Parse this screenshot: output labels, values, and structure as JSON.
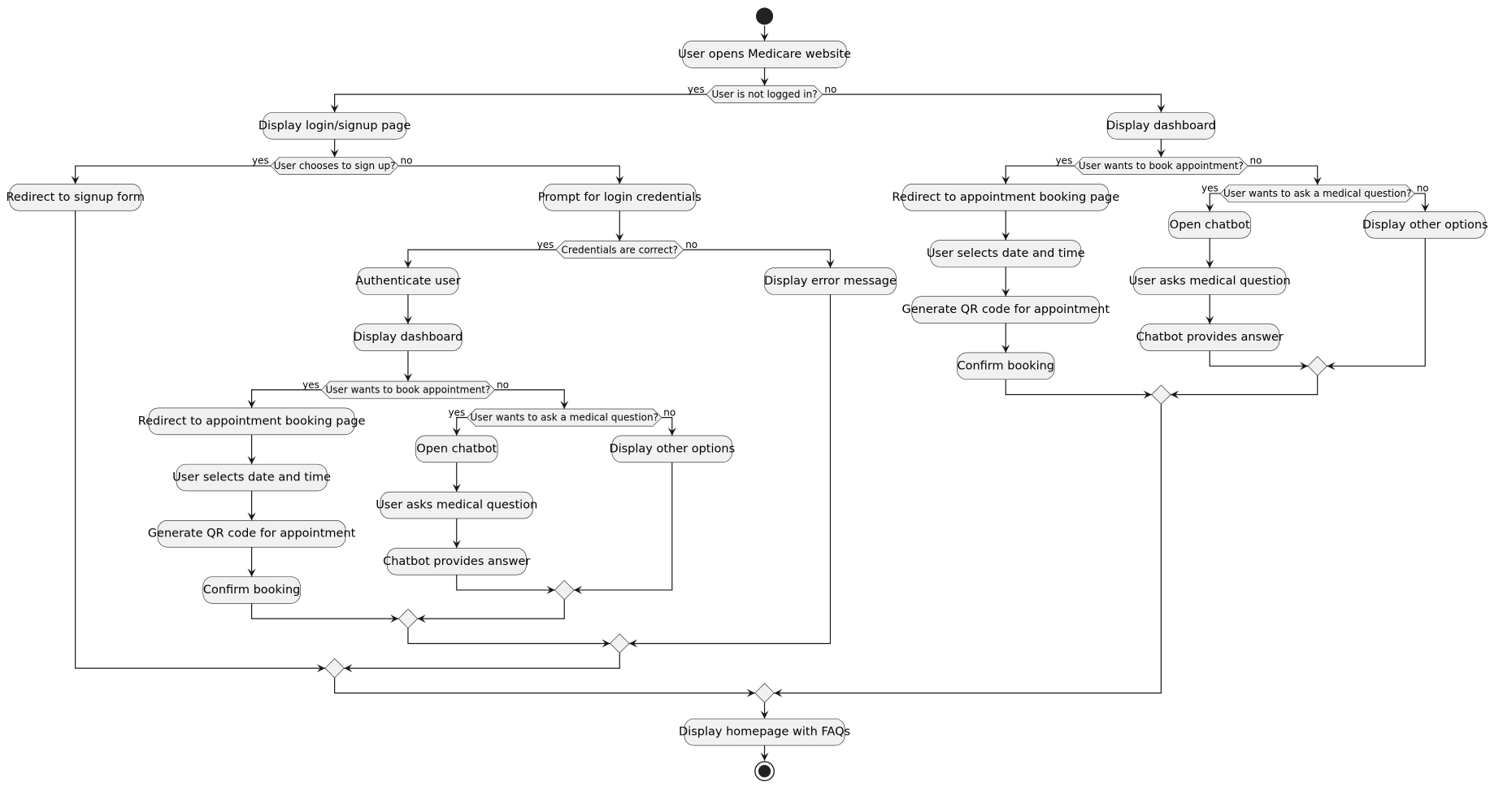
{
  "diagram": {
    "activities": {
      "a1": "User opens Medicare website",
      "a2": "Display login/signup page",
      "a3": "Redirect to signup form",
      "a4": "Prompt for login credentials",
      "a5": "Authenticate user",
      "a6": "Display dashboard",
      "a7": "Redirect to appointment booking page",
      "a8": "User selects date and time",
      "a9": "Generate QR code for appointment",
      "a10": "Confirm booking",
      "a11": "Open chatbot",
      "a12": "User asks medical question",
      "a13": "Chatbot provides answer",
      "a14": "Display other options",
      "a15": "Display error message",
      "r1": "Display dashboard",
      "r2": "Redirect to appointment booking page",
      "r3": "User selects date and time",
      "r4": "Generate QR code for appointment",
      "r5": "Confirm booking",
      "r6": "Open chatbot",
      "r7": "User asks medical question",
      "r8": "Chatbot provides answer",
      "r9": "Display other options",
      "end": "Display homepage with FAQs"
    },
    "decisions": {
      "d1": "User is not logged in?",
      "d2": "User chooses to sign up?",
      "d3": "Credentials are correct?",
      "d4": "User wants to book appointment?",
      "d5": "User wants to ask a medical question?",
      "dr1": "User wants to book appointment?",
      "dr2": "User wants to ask a medical question?"
    },
    "branch_labels": {
      "yes": "yes",
      "no": "no"
    }
  }
}
